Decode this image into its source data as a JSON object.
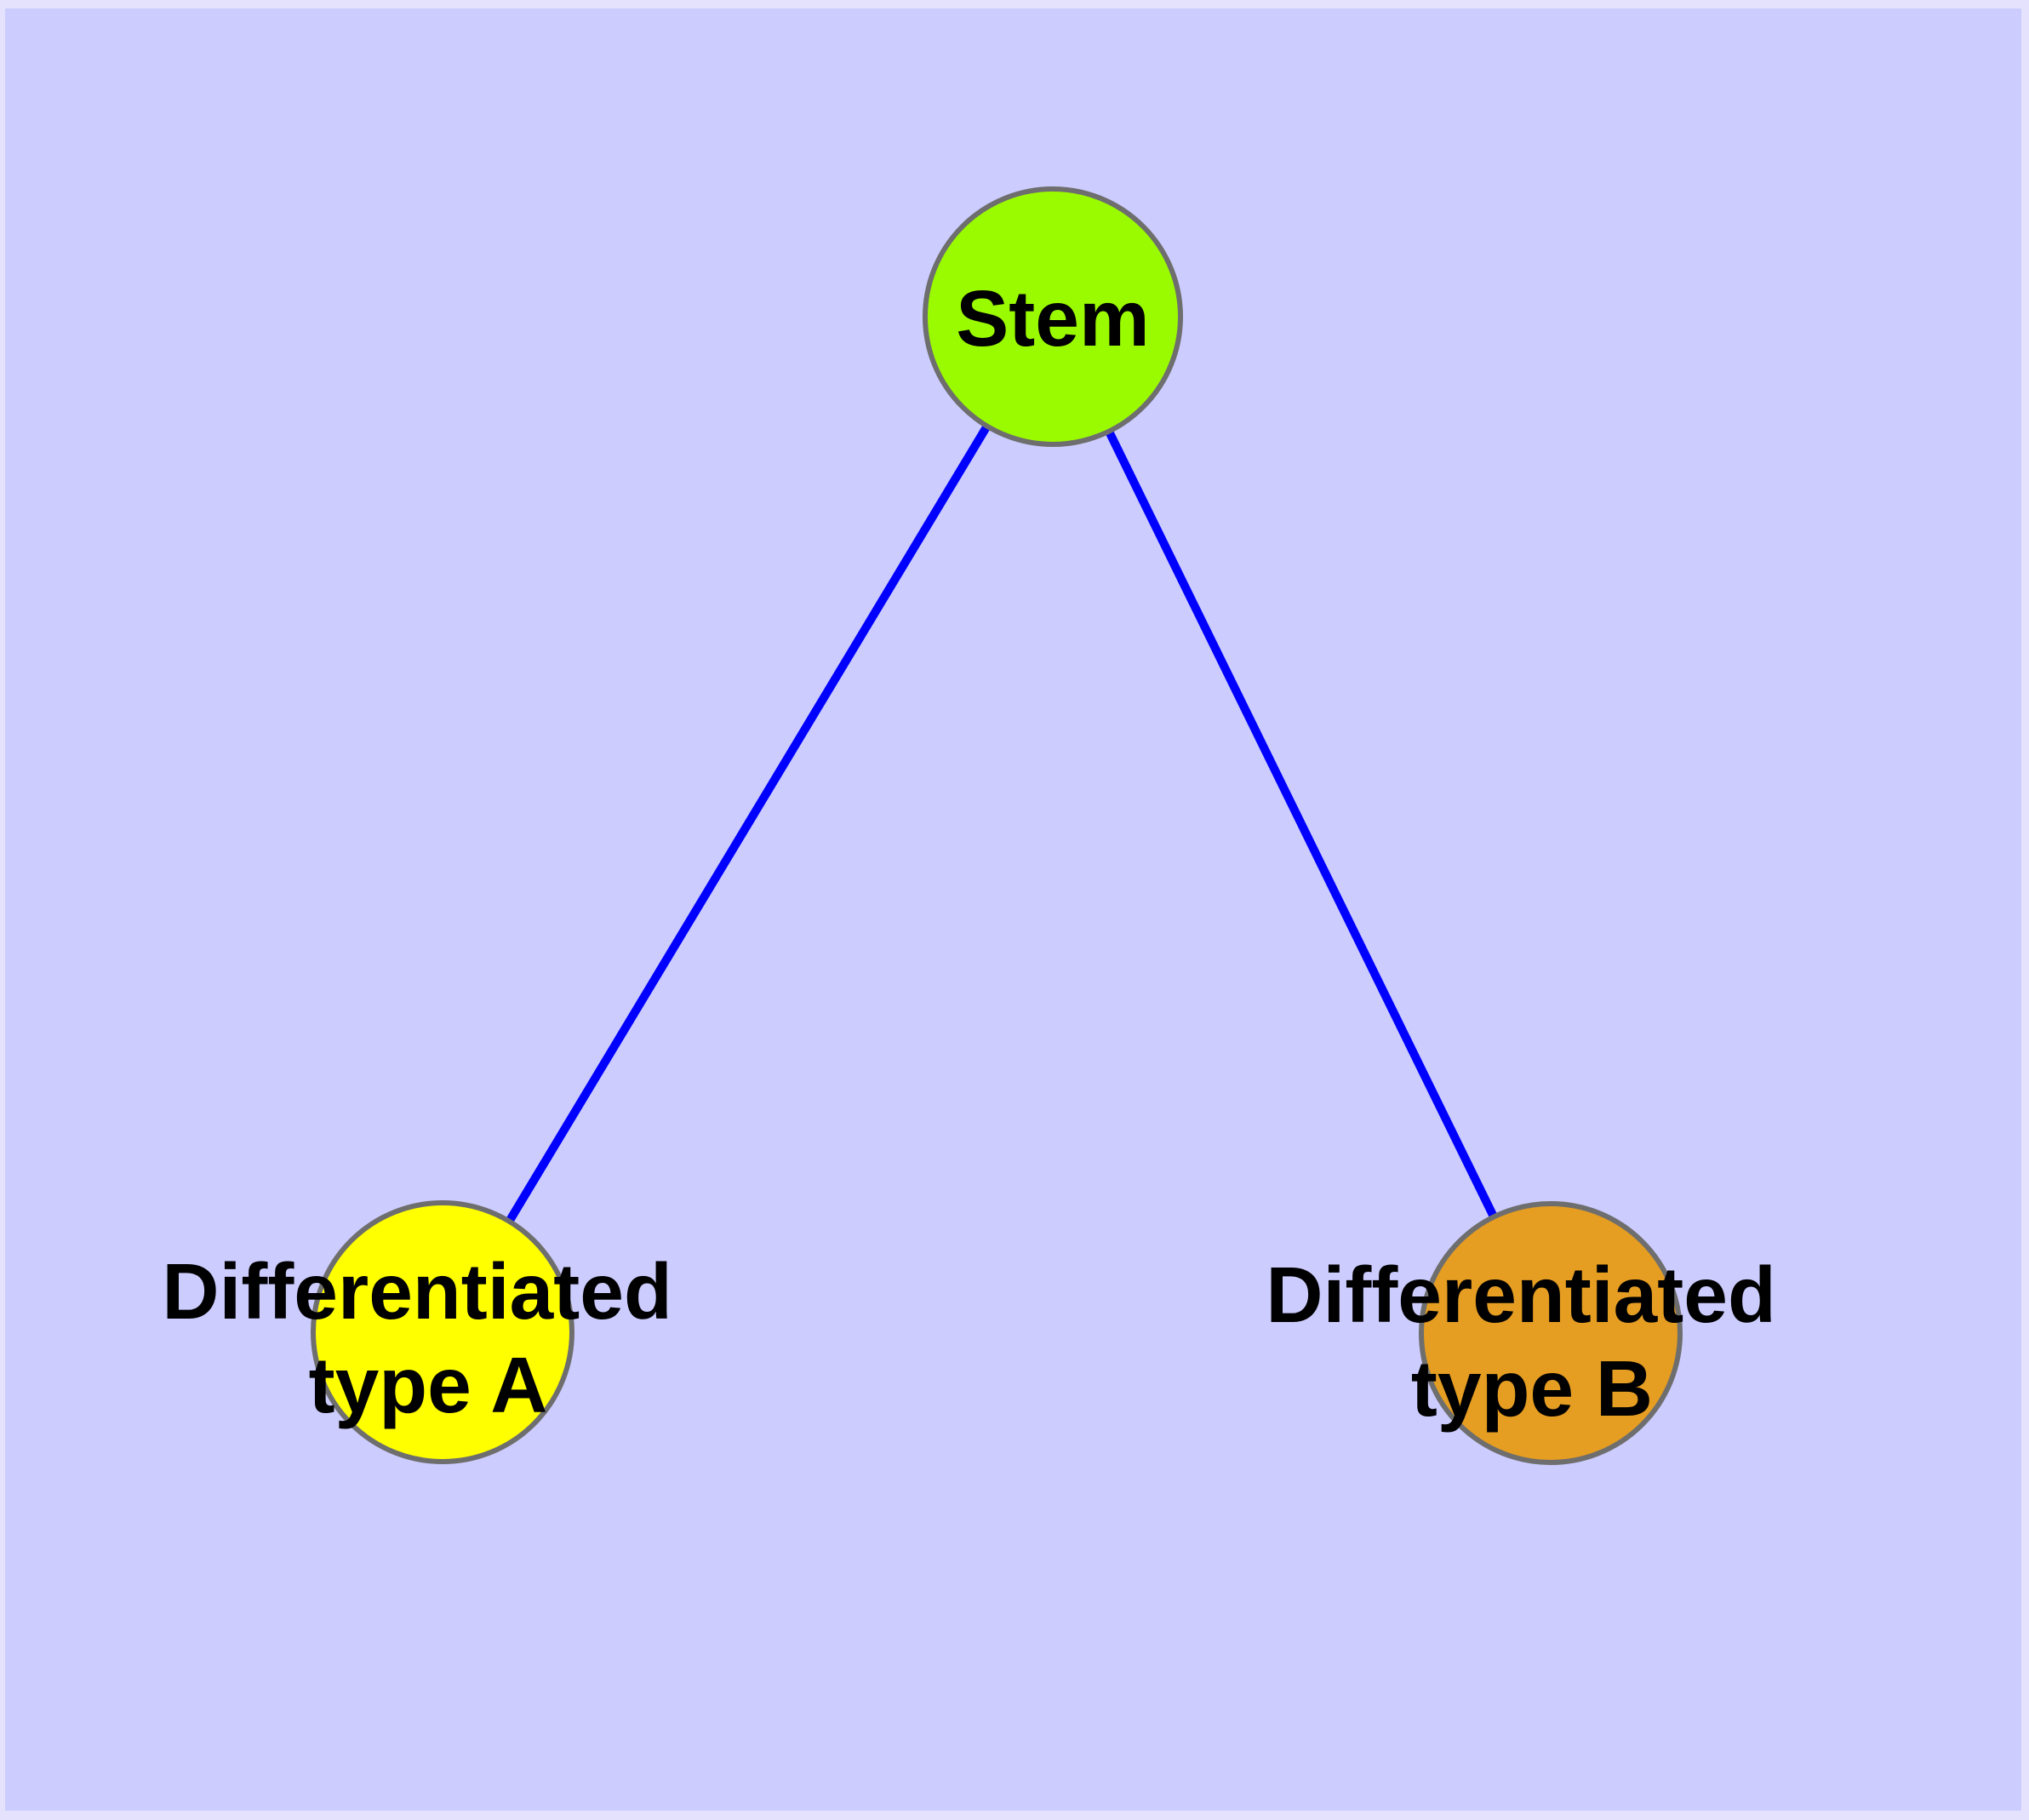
{
  "canvas": {
    "background_color": "#ccccff",
    "frame_color": "#e4e2fc"
  },
  "graph": {
    "edge_color": "#0000ff",
    "node_border_color": "#6e6e6e",
    "label_color": "#000000",
    "nodes": {
      "stem": {
        "label": "Stem",
        "color": "#9afb00"
      },
      "type_a": {
        "label_line1": "Differentiated",
        "label_line2": "type A",
        "color": "#ffff00"
      },
      "type_b": {
        "label_line1": "Differentiated",
        "label_line2": "type B",
        "color": "#e59d22"
      }
    },
    "edges": [
      {
        "from": "stem",
        "to": "type_a"
      },
      {
        "from": "stem",
        "to": "type_b"
      }
    ]
  }
}
